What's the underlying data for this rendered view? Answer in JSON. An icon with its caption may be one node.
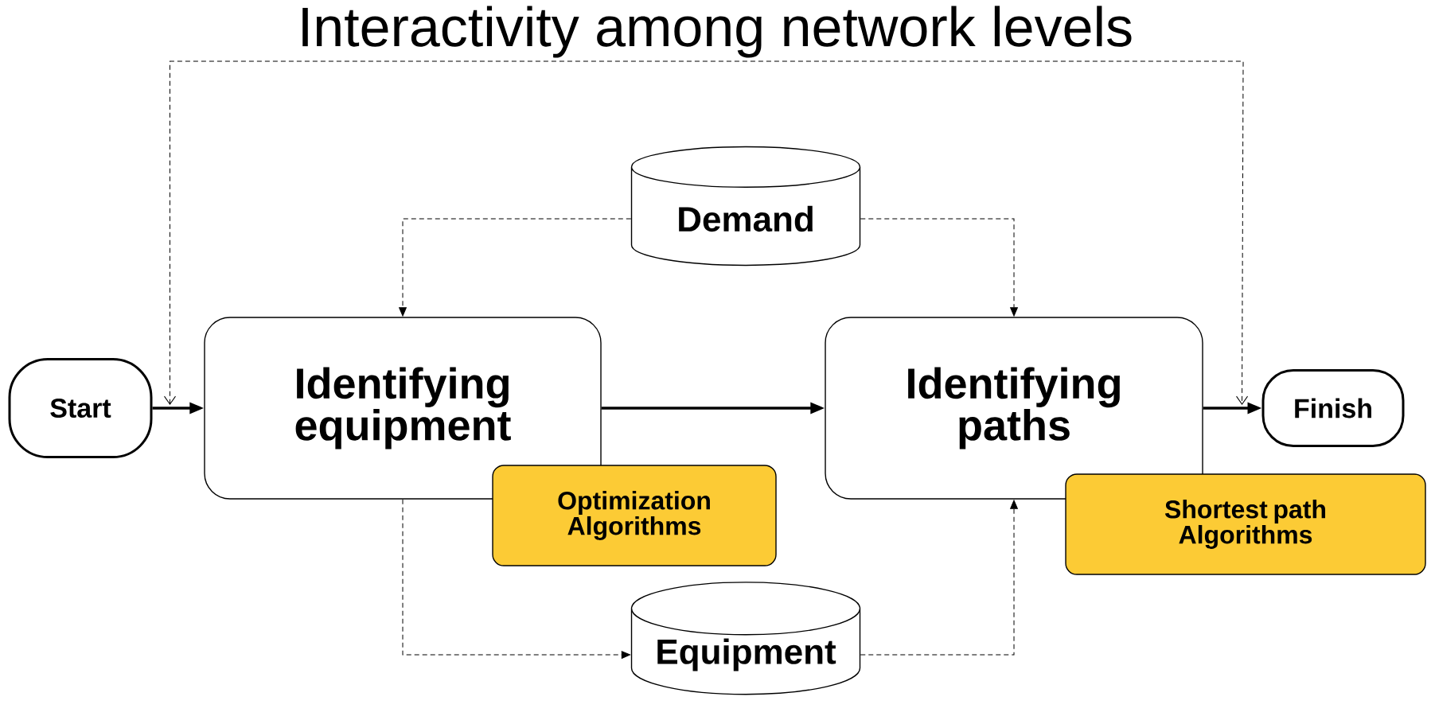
{
  "diagram": {
    "title": "Interactivity among network levels",
    "nodes": [
      {
        "text": [
          "Start"
        ]
      },
      {
        "text": [
          "Identifying equipment"
        ]
      },
      {
        "text": [
          "Identifying paths"
        ]
      },
      {
        "text": [
          "Finish"
        ]
      },
      {
        "text": [
          "Demand"
        ]
      },
      {
        "text": [
          "Equipment"
        ]
      },
      {
        "text": [
          "Optimization Algorithms"
        ]
      },
      {
        "text": [
          "Shortest path Algorithms"
        ]
      }
    ],
    "edges": [
      {
        "from": 0,
        "to": 1,
        "arrow": "to"
      },
      {
        "from": 1,
        "to": 2,
        "arrow": "to"
      },
      {
        "from": 2,
        "to": 3,
        "arrow": "to"
      },
      {
        "from": 4,
        "to": 1,
        "arrow": "to",
        "style": "dashed"
      },
      {
        "from": 4,
        "to": 2,
        "arrow": "to",
        "style": "dashed"
      },
      {
        "from": 1,
        "to": 5,
        "arrow": "to",
        "style": "dashed"
      },
      {
        "from": 5,
        "to": 2,
        "arrow": "to",
        "style": "dashed"
      },
      {
        "from": 0,
        "to": 3,
        "arrow": "both",
        "style": "dashed"
      }
    ]
  }
}
